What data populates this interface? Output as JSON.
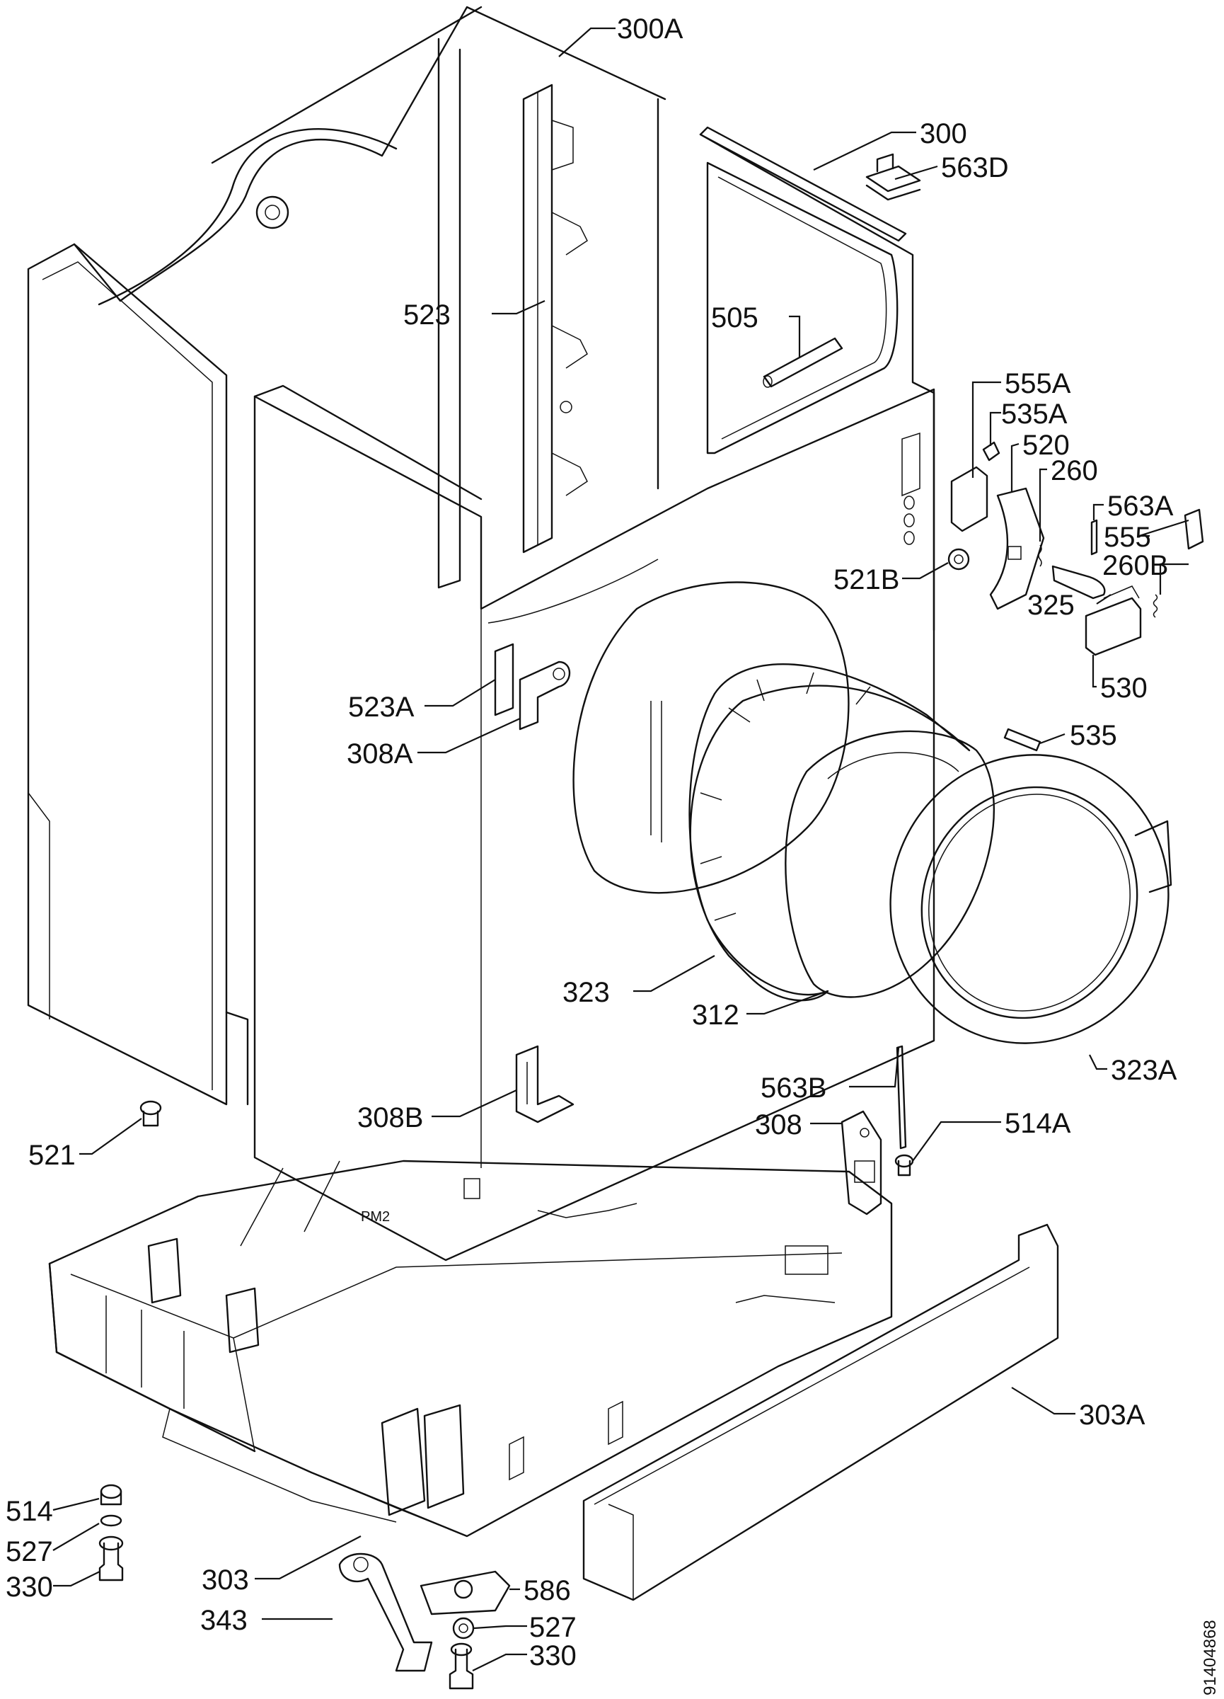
{
  "labels": [
    {
      "id": "300A",
      "text": "300A"
    },
    {
      "id": "300",
      "text": "300"
    },
    {
      "id": "563D",
      "text": "563D"
    },
    {
      "id": "523",
      "text": "523"
    },
    {
      "id": "505",
      "text": "505"
    },
    {
      "id": "555A",
      "text": "555A"
    },
    {
      "id": "535A",
      "text": "535A"
    },
    {
      "id": "520",
      "text": "520"
    },
    {
      "id": "260",
      "text": "260"
    },
    {
      "id": "563A",
      "text": "563A"
    },
    {
      "id": "555",
      "text": "555"
    },
    {
      "id": "260B",
      "text": "260B"
    },
    {
      "id": "521B",
      "text": "521B"
    },
    {
      "id": "325",
      "text": "325"
    },
    {
      "id": "530",
      "text": "530"
    },
    {
      "id": "523A",
      "text": "523A"
    },
    {
      "id": "308A",
      "text": "308A"
    },
    {
      "id": "535",
      "text": "535"
    },
    {
      "id": "323",
      "text": "323"
    },
    {
      "id": "312",
      "text": "312"
    },
    {
      "id": "323A",
      "text": "323A"
    },
    {
      "id": "563B",
      "text": "563B"
    },
    {
      "id": "308",
      "text": "308"
    },
    {
      "id": "514A",
      "text": "514A"
    },
    {
      "id": "308B",
      "text": "308B"
    },
    {
      "id": "521",
      "text": "521"
    },
    {
      "id": "303A",
      "text": "303A"
    },
    {
      "id": "514",
      "text": "514"
    },
    {
      "id": "527a",
      "text": "527"
    },
    {
      "id": "330a",
      "text": "330"
    },
    {
      "id": "303",
      "text": "303"
    },
    {
      "id": "343",
      "text": "343"
    },
    {
      "id": "586",
      "text": "586"
    },
    {
      "id": "527b",
      "text": "527"
    },
    {
      "id": "330b",
      "text": "330"
    }
  ],
  "stamp": "PM2",
  "document_number": "91404868"
}
